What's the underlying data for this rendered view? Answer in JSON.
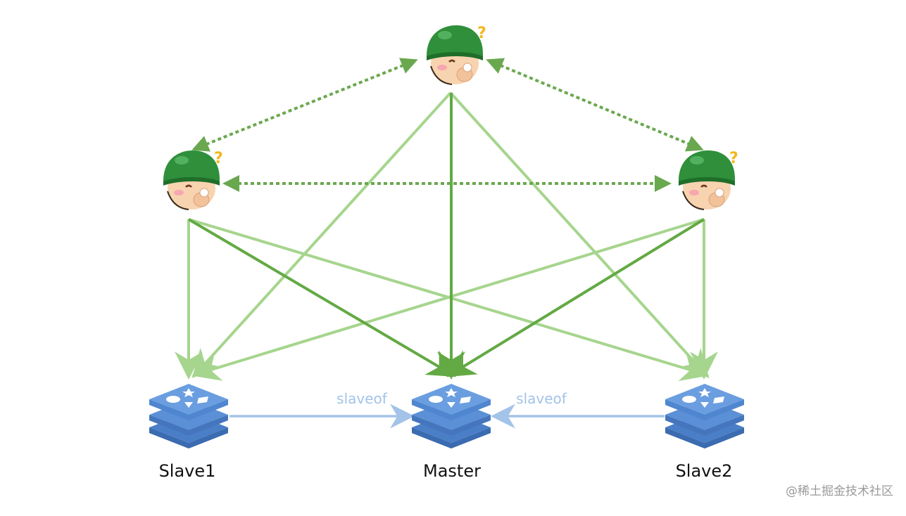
{
  "nodes": {
    "slave1": {
      "label": "Slave1"
    },
    "master": {
      "label": "Master"
    },
    "slave2": {
      "label": "Slave2"
    }
  },
  "links": {
    "left": {
      "label": "slaveof"
    },
    "right": {
      "label": "slaveof"
    }
  },
  "sentinels": [
    {
      "icon": "sentinel-soldier-icon",
      "mark": "?"
    },
    {
      "icon": "sentinel-soldier-icon",
      "mark": "?"
    },
    {
      "icon": "sentinel-soldier-icon",
      "mark": "?"
    }
  ],
  "watermark": "@稀土掘金技术社区",
  "colors": {
    "light_green": "#a6d58e",
    "dark_green": "#63a944",
    "dotted_green": "#6aa84f",
    "redis_blue": "#5b8fd6",
    "slaveof_blue": "#a3c3e8",
    "helmet": "#2f8f3b"
  }
}
